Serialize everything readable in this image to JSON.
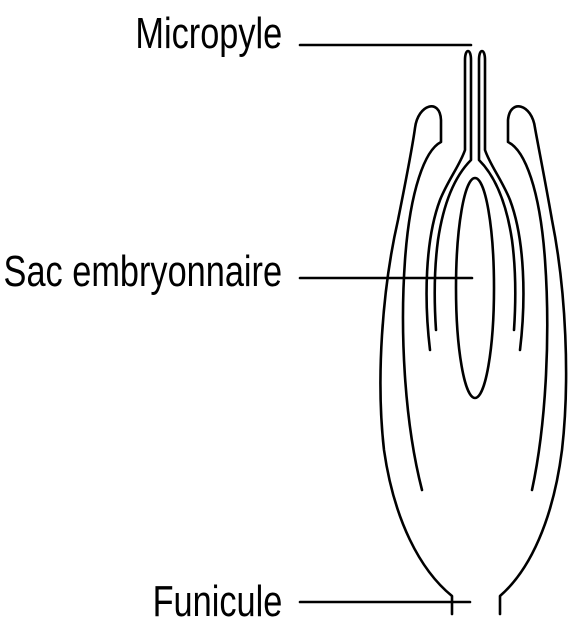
{
  "labels": {
    "micropyle": "Micropyle",
    "sac_embryonnaire": "Sac embryonnaire",
    "funicule": "Funicule"
  },
  "colors": {
    "stroke": "#000000",
    "background": "#ffffff"
  }
}
